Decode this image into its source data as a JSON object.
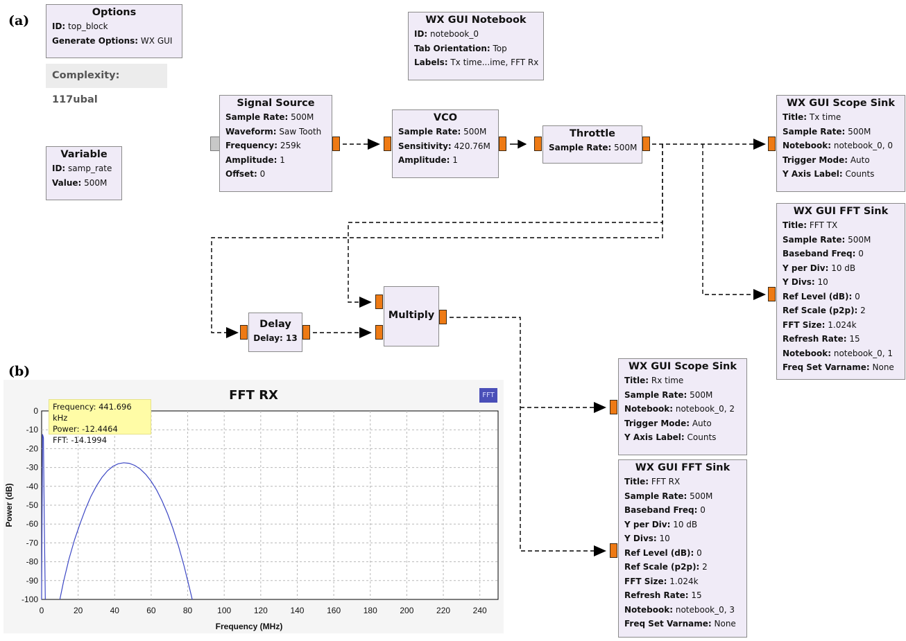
{
  "panels": {
    "a": "(a)",
    "b": "(b)"
  },
  "complexity": "Complexity: 117ubal",
  "blocks": {
    "options": {
      "title": "Options",
      "rows": [
        [
          "ID:",
          " top_block"
        ],
        [
          "Generate Options:",
          " WX GUI"
        ]
      ]
    },
    "variable": {
      "title": "Variable",
      "rows": [
        [
          "ID:",
          " samp_rate"
        ],
        [
          "Value:",
          " 500M"
        ]
      ]
    },
    "notebook": {
      "title": "WX GUI Notebook",
      "rows": [
        [
          "ID:",
          " notebook_0"
        ],
        [
          "Tab Orientation:",
          " Top"
        ],
        [
          "Labels:",
          " Tx time...ime, FFT Rx"
        ]
      ]
    },
    "signal_source": {
      "title": "Signal Source",
      "rows": [
        [
          "Sample Rate:",
          " 500M"
        ],
        [
          "Waveform:",
          " Saw Tooth"
        ],
        [
          "Frequency:",
          " 259k"
        ],
        [
          "Amplitude:",
          " 1"
        ],
        [
          "Offset:",
          " 0"
        ]
      ]
    },
    "vco": {
      "title": "VCO",
      "rows": [
        [
          "Sample Rate:",
          " 500M"
        ],
        [
          "Sensitivity:",
          " 420.76M"
        ],
        [
          "Amplitude:",
          " 1"
        ]
      ]
    },
    "throttle": {
      "title": "Throttle",
      "rows": [
        [
          "Sample Rate:",
          " 500M"
        ]
      ]
    },
    "scope_tx": {
      "title": "WX GUI Scope Sink",
      "rows": [
        [
          "Title:",
          " Tx time"
        ],
        [
          "Sample Rate:",
          " 500M"
        ],
        [
          "Notebook:",
          " notebook_0, 0"
        ],
        [
          "Trigger Mode:",
          " Auto"
        ],
        [
          "Y Axis Label:",
          " Counts"
        ]
      ]
    },
    "fft_tx": {
      "title": "WX GUI FFT Sink",
      "rows": [
        [
          "Title:",
          " FFT TX"
        ],
        [
          "Sample Rate:",
          " 500M"
        ],
        [
          "Baseband Freq:",
          " 0"
        ],
        [
          "Y per Div:",
          " 10 dB"
        ],
        [
          "Y Divs:",
          " 10"
        ],
        [
          "Ref Level (dB):",
          " 0"
        ],
        [
          "Ref Scale (p2p):",
          " 2"
        ],
        [
          "FFT Size:",
          " 1.024k"
        ],
        [
          "Refresh Rate:",
          " 15"
        ],
        [
          "Notebook:",
          " notebook_0, 1"
        ],
        [
          "Freq Set Varname:",
          " None"
        ]
      ]
    },
    "delay": {
      "title": "Delay",
      "rows": [
        [
          "Delay:",
          " 13"
        ]
      ]
    },
    "multiply": {
      "title": "Multiply",
      "rows": []
    },
    "scope_rx": {
      "title": "WX GUI Scope Sink",
      "rows": [
        [
          "Title:",
          " Rx time"
        ],
        [
          "Sample Rate:",
          " 500M"
        ],
        [
          "Notebook:",
          " notebook_0, 2"
        ],
        [
          "Trigger Mode:",
          " Auto"
        ],
        [
          "Y Axis Label:",
          " Counts"
        ]
      ]
    },
    "fft_rx": {
      "title": "WX GUI FFT Sink",
      "rows": [
        [
          "Title:",
          " FFT RX"
        ],
        [
          "Sample Rate:",
          " 500M"
        ],
        [
          "Baseband Freq:",
          " 0"
        ],
        [
          "Y per Div:",
          " 10 dB"
        ],
        [
          "Y Divs:",
          " 10"
        ],
        [
          "Ref Level (dB):",
          " 0"
        ],
        [
          "Ref Scale (p2p):",
          " 2"
        ],
        [
          "FFT Size:",
          " 1.024k"
        ],
        [
          "Refresh Rate:",
          " 15"
        ],
        [
          "Notebook:",
          " notebook_0, 3"
        ],
        [
          "Freq Set Varname:",
          " None"
        ]
      ]
    }
  },
  "fft_badge": "FFT",
  "tooltip": {
    "line1": "Frequency: 441.696 kHz",
    "line2": "Power: -12.4464",
    "line3": "FFT: -14.1994"
  },
  "chart_data": {
    "type": "line",
    "title": "FFT RX",
    "xlabel": "Frequency (MHz)",
    "ylabel": "Power (dB)",
    "xlim": [
      0,
      250
    ],
    "ylim": [
      -100,
      0
    ],
    "xticks": [
      0,
      20,
      40,
      60,
      80,
      100,
      120,
      140,
      160,
      180,
      200,
      220,
      240
    ],
    "yticks": [
      0,
      -10,
      -20,
      -30,
      -40,
      -50,
      -60,
      -70,
      -80,
      -90,
      -100
    ],
    "grid": true,
    "series": [
      {
        "color": "#3b46c4",
        "x": [
          0,
          0.5,
          1,
          1.5,
          2
        ],
        "y": [
          -100,
          -12.4,
          -14.2,
          -60,
          -100
        ]
      },
      {
        "color": "#3b46c4",
        "x": [
          10,
          12,
          15,
          18,
          21,
          24,
          27,
          30,
          33,
          36,
          39,
          42,
          45,
          48,
          51,
          54,
          57,
          60,
          63,
          66,
          69,
          72,
          75,
          78,
          81,
          82.5
        ],
        "y": [
          -100,
          -90.5,
          -78.5,
          -68.4,
          -59.9,
          -52.1,
          -45.3,
          -39.8,
          -35.3,
          -31.8,
          -29.4,
          -28.0,
          -27.5,
          -27.8,
          -28.9,
          -30.8,
          -33.6,
          -37.3,
          -42.0,
          -47.8,
          -54.6,
          -62.6,
          -71.8,
          -82.2,
          -94.0,
          -100
        ]
      }
    ]
  }
}
